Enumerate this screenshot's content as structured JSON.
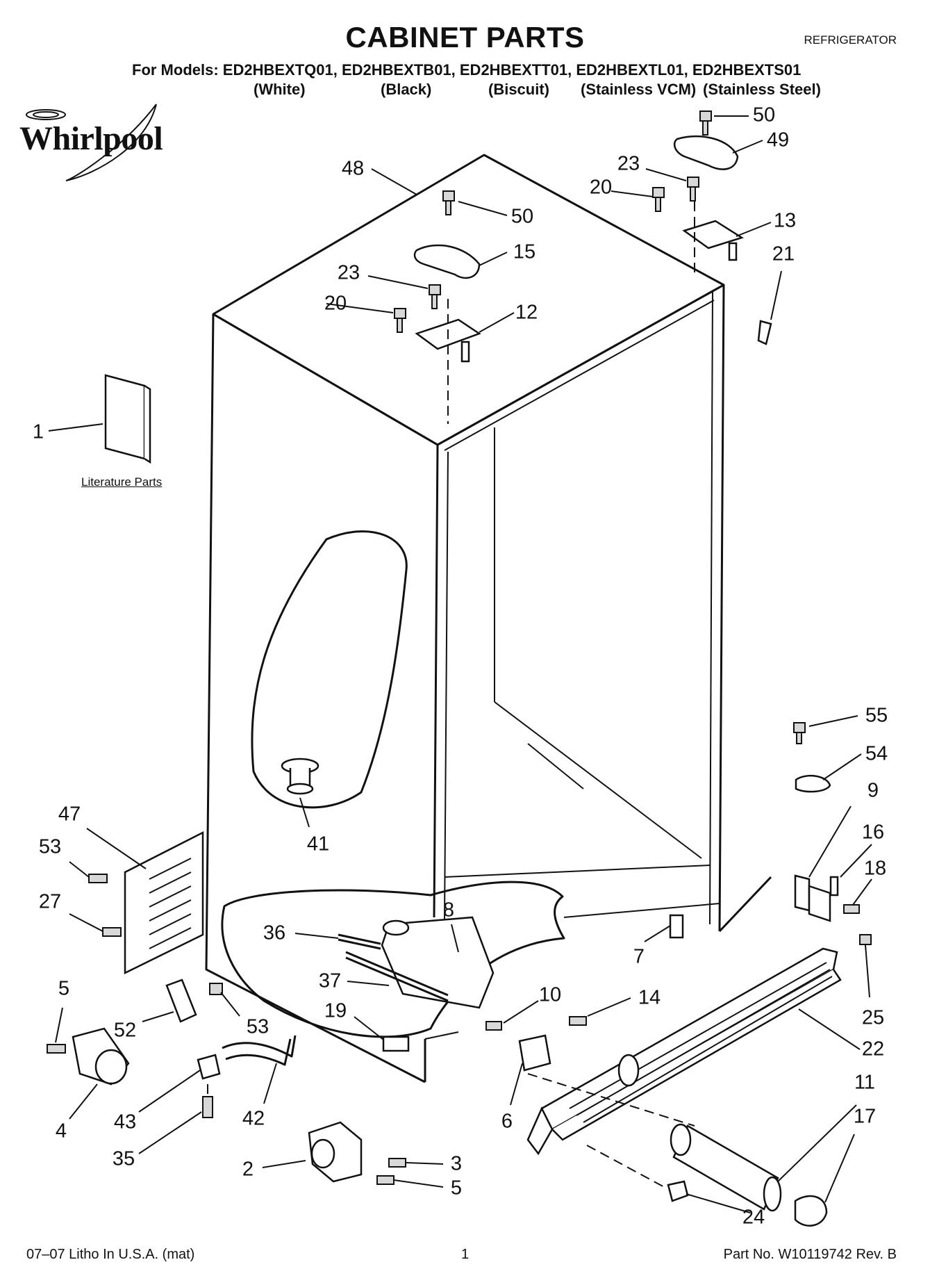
{
  "header": {
    "title": "CABINET PARTS",
    "category": "REFRIGERATOR",
    "models_line": "For Models: ED2HBEXTQ01, ED2HBEXTB01, ED2HBEXTT01, ED2HBEXTL01, ED2HBEXTS01",
    "colors": [
      "(White)",
      "(Black)",
      "(Biscuit)",
      "(Stainless VCM)",
      "(Stainless Steel)"
    ]
  },
  "brand": "Whirlpool",
  "literature_label": "Literature Parts",
  "footer": {
    "left": "07–07 Litho In U.S.A. (mat)",
    "page": "1",
    "right": "Part No. W10119742 Rev. B"
  },
  "callouts": {
    "c50a": "50",
    "c49": "49",
    "c23a": "23",
    "c20a": "20",
    "c13": "13",
    "c21": "21",
    "c48": "48",
    "c50b": "50",
    "c15": "15",
    "c23b": "23",
    "c20b": "20",
    "c12": "12",
    "c1": "1",
    "c55": "55",
    "c54": "54",
    "c9": "9",
    "c16": "16",
    "c18": "18",
    "c47": "47",
    "c53a": "53",
    "c41": "41",
    "c27": "27",
    "c8": "8",
    "c36": "36",
    "c7": "7",
    "c25": "25",
    "c37": "37",
    "c10": "10",
    "c14": "14",
    "c5a": "5",
    "c19": "19",
    "c52": "52",
    "c53b": "53",
    "c22": "22",
    "c6": "6",
    "c11": "11",
    "c43": "43",
    "c42": "42",
    "c4": "4",
    "c17": "17",
    "c35": "35",
    "c2": "2",
    "c3": "3",
    "c5b": "5",
    "c24": "24"
  }
}
